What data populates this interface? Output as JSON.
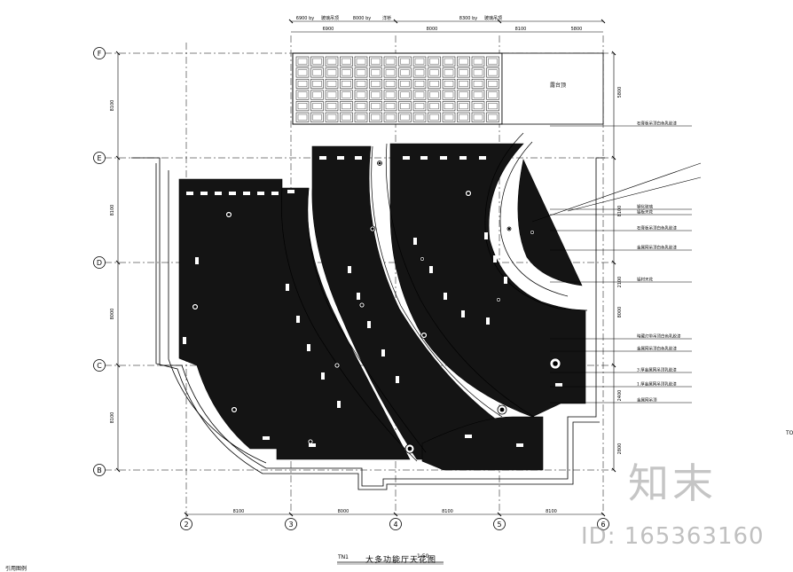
{
  "drawing": {
    "title": "大多功能厅天花图",
    "title_tag": "TN1",
    "scale": "1:50",
    "sheet_note": "引用图例",
    "edge_mark": "TO"
  },
  "grid_rows": [
    {
      "id": "row-f",
      "label": "F"
    },
    {
      "id": "row-e",
      "label": "E"
    },
    {
      "id": "row-d",
      "label": "D"
    },
    {
      "id": "row-c",
      "label": "C"
    },
    {
      "id": "row-b",
      "label": "B"
    }
  ],
  "grid_cols": [
    {
      "id": "col-2",
      "label": "2"
    },
    {
      "id": "col-3",
      "label": "3"
    },
    {
      "id": "col-4",
      "label": "4"
    },
    {
      "id": "col-5",
      "label": "5"
    },
    {
      "id": "col-6",
      "label": "6"
    }
  ],
  "top_dims": [
    "6900",
    "8000",
    "8100",
    "5800"
  ],
  "top_notes": [
    "6900 by",
    "玻璃吊顶",
    "8000 by",
    "洋桥",
    "8300 by",
    "玻璃吊顶"
  ],
  "bottom_dims": [
    "8100",
    "8000",
    "8100",
    "8100"
  ],
  "left_dims": [
    "8100",
    "8100",
    "8000",
    "8100"
  ],
  "right_dims": [
    "5800",
    "8100",
    "2100",
    "8000",
    "2400",
    "2800"
  ],
  "room_label": "露台顶",
  "callouts": [
    "石膏板吊顶白色乳胶漆",
    "钢化玻璃",
    "铝板天花",
    "石膏板吊顶白色乳胶漆",
    "金属网吊顶白色乳胶漆",
    "铝材天花",
    "暗藏灯带吊顶白色乳胶漆",
    "金属网吊顶白色乳胶漆",
    "3 厚金属网吊顶乳胶漆",
    "1 厚金属网吊顶乳胶漆",
    "金属网吊顶"
  ],
  "watermark": {
    "logo": "知末",
    "id": "ID: 165363160"
  },
  "colors": {
    "line": "#000000",
    "fill": "#141414",
    "paper": "#ffffff"
  }
}
